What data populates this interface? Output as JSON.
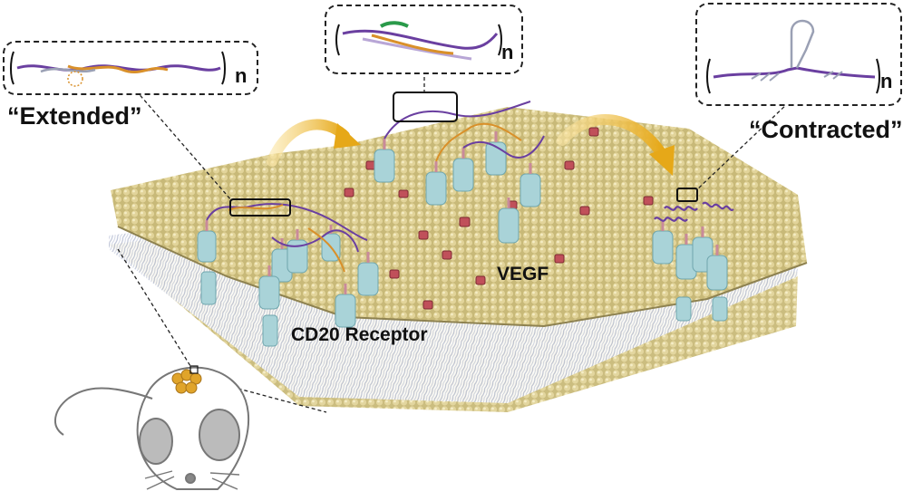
{
  "labels": {
    "extended": "“Extended”",
    "contracted": "“Contracted”",
    "vegf": "VEGF",
    "cd20": "CD20 Receptor",
    "repeat_n": "n"
  },
  "colors": {
    "membrane_bead": "#d6c98a",
    "membrane_shadow": "#9b8f52",
    "lipid_tail": "#b8bfd4",
    "receptor": "#a9d3d8",
    "receptor_stalk": "#c98a9a",
    "vegf": "#c0505a",
    "dna_purple": "#6a3fa0",
    "dna_orange": "#d9902a",
    "dna_grey": "#9aa0b4",
    "arrow": "#e6b52a"
  },
  "icons": [
    "mouse-icon",
    "tumor-icon",
    "curved-arrow-icon"
  ]
}
